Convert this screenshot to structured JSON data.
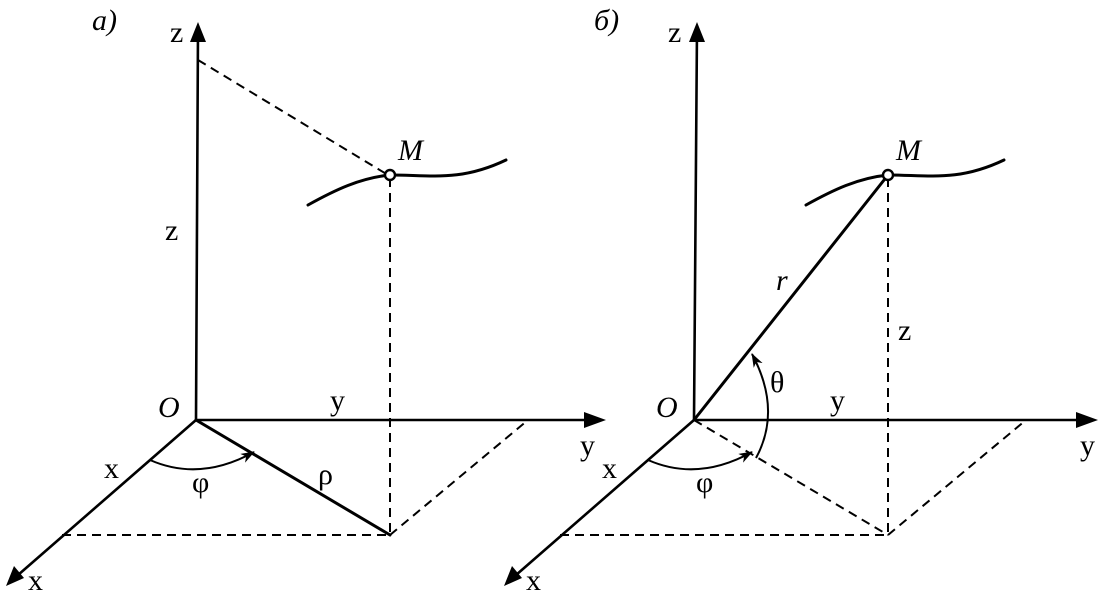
{
  "panel_a": {
    "panel_label": "a)",
    "axis_z": "z",
    "axis_y": "y",
    "axis_x": "x",
    "origin": "O",
    "point": "M",
    "z_length": "z",
    "y_length": "y",
    "x_length": "x",
    "rho": "ρ",
    "phi": "φ"
  },
  "panel_b": {
    "panel_label": "б)",
    "axis_z": "z",
    "axis_y": "y",
    "axis_x": "x",
    "origin": "O",
    "point": "M",
    "r": "r",
    "theta": "θ",
    "z_length": "z",
    "y_length": "y",
    "x_length": "x",
    "phi": "φ"
  }
}
